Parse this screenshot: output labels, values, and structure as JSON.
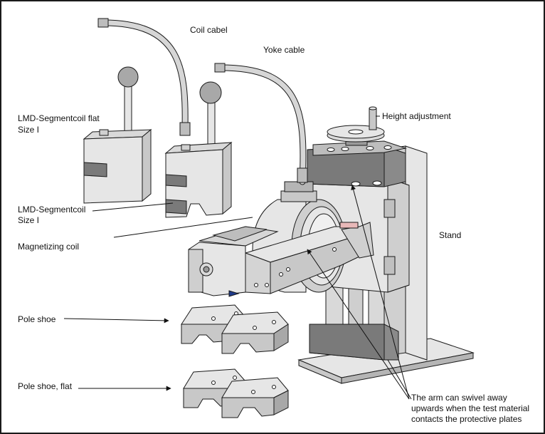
{
  "labels": {
    "coil_cable": "Coil cabel",
    "yoke_cable": "Yoke cable",
    "height_adjustment": "Height adjustment",
    "segmentcoil_flat_line1": "LMD-Segmentcoil flat",
    "segmentcoil_flat_line2": "Size I",
    "segmentcoil_line1": "LMD-Segmentcoil",
    "segmentcoil_line2": "Size I",
    "magnetizing_coil": "Magnetizing coil",
    "stand": "Stand",
    "pole_shoe": "Pole shoe",
    "pole_shoe_flat": "Pole shoe, flat",
    "arm_note_line1": "The arm can swivel away",
    "arm_note_line2": "upwards when the test material",
    "arm_note_line3": "contacts the protective plates"
  },
  "colors": {
    "light_face": "#e6e6e6",
    "mid_face": "#c8c8c8",
    "dark_face": "#7a7a7a",
    "outline": "#1a1a1a"
  }
}
